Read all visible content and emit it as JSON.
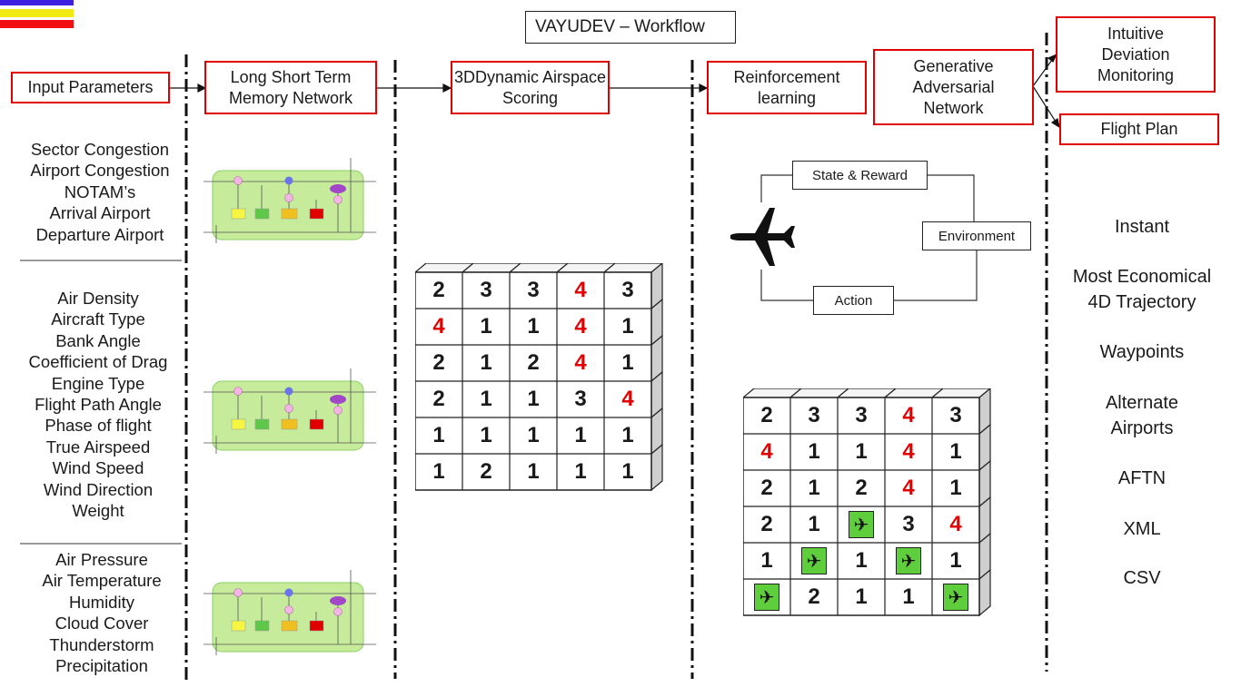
{
  "title": "VAYUDEV – Workflow",
  "colors": {
    "stripe_blue": "#3d1fe0",
    "stripe_yellow": "#f2ea13",
    "stripe_red": "#f20f0f",
    "accent_red": "#e00000",
    "cell_plane": "#5fce3c"
  },
  "header_boxes": {
    "input": "Input Parameters",
    "lstm": "Long Short Term Memory Network",
    "scoring": "3DDynamic Airspace Scoring",
    "rl": "Reinforcement learning",
    "gan": "Generative Adversarial Network",
    "monitoring": "Intuitive Deviation Monitoring",
    "flight_plan": "Flight Plan"
  },
  "input_groups": [
    [
      "Sector Congestion",
      "Airport Congestion",
      "NOTAM’s",
      "Arrival Airport",
      "Departure Airport"
    ],
    [
      "Air Density",
      "Aircraft Type",
      "Bank Angle",
      "Coefficient of Drag",
      "Engine Type",
      "Flight Path Angle",
      "Phase of flight",
      "True Airspeed",
      "Wind Speed",
      "Wind Direction",
      "Weight"
    ],
    [
      "Air Pressure",
      "Air Temperature",
      "Humidity",
      "Cloud Cover",
      "Thunderstorm",
      "Precipitation"
    ]
  ],
  "rl_loop": {
    "state": "State & Reward",
    "environment": "Environment",
    "action": "Action",
    "agent_icon": "airplane-icon"
  },
  "grid1": [
    [
      "2",
      "3",
      "3",
      "4",
      "3"
    ],
    [
      "4",
      "1",
      "1",
      "4",
      "1"
    ],
    [
      "2",
      "1",
      "2",
      "4",
      "1"
    ],
    [
      "2",
      "1",
      "1",
      "3",
      "4"
    ],
    [
      "1",
      "1",
      "1",
      "1",
      "1"
    ],
    [
      "1",
      "2",
      "1",
      "1",
      "1"
    ]
  ],
  "grid1_red": [
    [
      0,
      3
    ],
    [
      1,
      0
    ],
    [
      1,
      3
    ],
    [
      2,
      3
    ],
    [
      3,
      4
    ]
  ],
  "grid2": [
    [
      "2",
      "3",
      "3",
      "4",
      "3"
    ],
    [
      "4",
      "1",
      "1",
      "4",
      "1"
    ],
    [
      "2",
      "1",
      "2",
      "4",
      "1"
    ],
    [
      "2",
      "1",
      "✈",
      "3",
      "4"
    ],
    [
      "1",
      "✈",
      "1",
      "✈",
      "1"
    ],
    [
      "✈",
      "2",
      "1",
      "1",
      "✈"
    ]
  ],
  "grid2_red": [
    [
      0,
      3
    ],
    [
      1,
      0
    ],
    [
      1,
      3
    ],
    [
      2,
      3
    ],
    [
      3,
      4
    ]
  ],
  "outputs": [
    "Instant",
    "Most Economical 4D Trajectory",
    "Waypoints",
    "Alternate Airports",
    "AFTN",
    "XML",
    "CSV"
  ]
}
